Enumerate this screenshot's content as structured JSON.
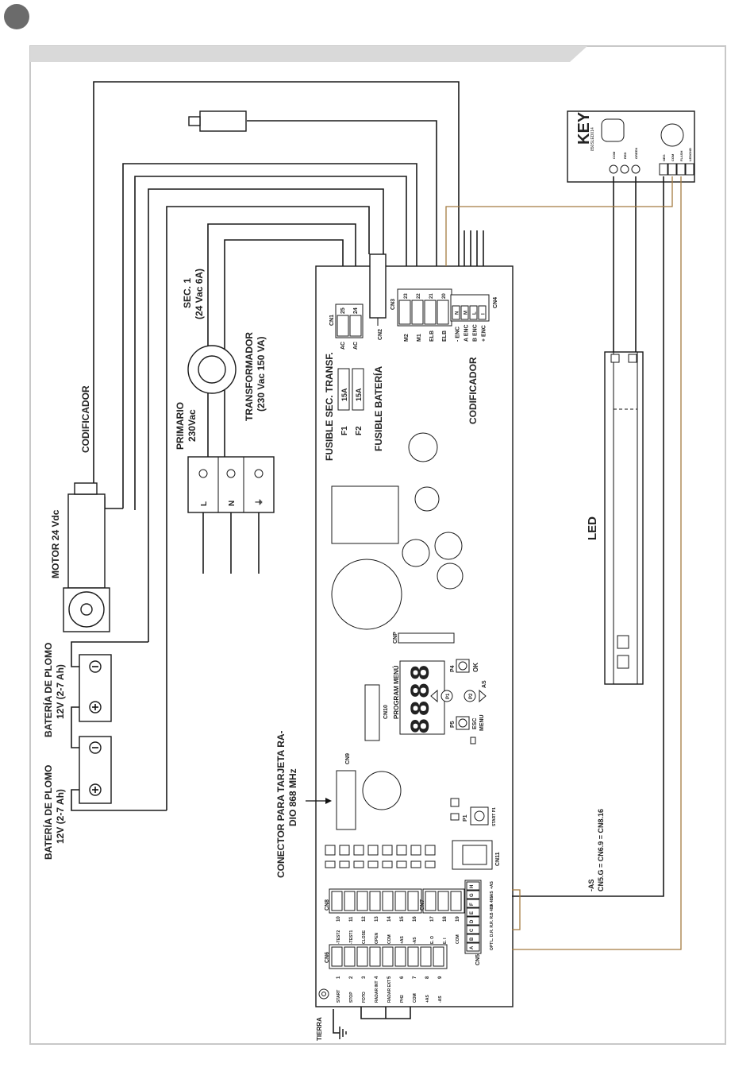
{
  "colors": {
    "header_bar": "#d9d9d9",
    "frame": "#c8c8c8",
    "brown_wire": "#a47b40",
    "page_dot": "#6b6b6b"
  },
  "labels": {
    "codificador_left": "CODIFICADOR",
    "motor": "MOTOR 24 Vdc",
    "bateria1_title": "BATERÍA DE PLOMO",
    "bateria1_spec": "12V (2-7 Ah)",
    "bateria2_title": "BATERÍA DE PLOMO",
    "bateria2_spec": "12V (2-7 Ah)",
    "sec1": "SEC. 1",
    "sec1_spec": "(24 Vac 6A)",
    "primario": "PRIMARIO",
    "primario_spec": "230Vac",
    "transformador": "TRANSFORMADOR",
    "transformador_spec": "(230 Vac 150 VA)",
    "conector_radio_1": "CONECTOR PARA TARJETA RA-",
    "conector_radio_2": "DIO 868 MHz",
    "tierra": "TIERRA",
    "fusible_sec": "FUSIBLE SEC. TRANSF.",
    "fusible_bat": "FUSIBLE BATERÍA",
    "f1": "F1",
    "f2": "F2",
    "fuse_val": "15A",
    "codificador_board": "CODIFICADOR",
    "led": "LED",
    "program_menu": "PROGRAM MENÚ",
    "cnp": "CNP",
    "cn10": "CN10",
    "cn9": "CN9",
    "cn11": "CN11",
    "p4": "P4",
    "ok": "OK",
    "p5": "P5",
    "esc": "ESC",
    "menu": "MENU",
    "p1": "P1",
    "start_p1": "START P1",
    "p1_btn": "P1",
    "p2_btn": "P2",
    "as_btn": "AS",
    "display_digits": "8888",
    "cn_note1": "-AS",
    "cn_note2": "CN5.G = CN6.9 = CN8.16",
    "key_brand": "KEY",
    "key_model": "850SLED014",
    "key_terms": [
      "COM",
      "RED",
      "GREEN"
    ],
    "key_terms2": [
      "NEG",
      "COM",
      "FLASH",
      "LEDGND"
    ],
    "psu_terms": [
      "L",
      "N",
      "⏚"
    ]
  },
  "cn1": {
    "label": "CN1",
    "pins": [
      "25",
      "24"
    ],
    "funcs": [
      "AC",
      "AC"
    ]
  },
  "cn2": {
    "label": "CN2"
  },
  "cn3": {
    "label": "CN3",
    "pins": [
      "23",
      "22",
      "21",
      "20"
    ],
    "funcs": [
      "M2",
      "M1",
      "ELB",
      "ELB"
    ]
  },
  "cn4": {
    "label": "CN4",
    "pins": [
      "N",
      "M",
      "L",
      "I"
    ],
    "funcs": [
      "- ENC",
      "A ENC",
      "B ENC",
      "+ ENC"
    ]
  },
  "cn8": {
    "label": "CN8",
    "pins": [
      "10",
      "11",
      "12",
      "13",
      "14",
      "15",
      "16"
    ],
    "funcs": [
      "-TEST2",
      "-TEST1",
      "CLOSE",
      "OPEN",
      "COM",
      "+AS",
      "-AS"
    ]
  },
  "cn7": {
    "label": "CN7",
    "pins": [
      "17",
      "18",
      "19"
    ],
    "funcs": [
      "E. O",
      "E. I",
      "COM"
    ]
  },
  "cn6": {
    "label": "CN6",
    "pins": [
      "1",
      "2",
      "3",
      "4",
      "5",
      "6",
      "7",
      "8",
      "9"
    ],
    "funcs": [
      "START",
      "STOP",
      "FOTO",
      "RADAR INT",
      "RADAR EXT",
      "PH2",
      "COM",
      "+AS",
      "-AS"
    ]
  },
  "cn5": {
    "label": "CN5",
    "pins": [
      "H",
      "G",
      "F",
      "E",
      "D",
      "C",
      "B",
      "A"
    ],
    "funcs": [
      "+AS",
      "-AS",
      "A 485",
      "B 485",
      "R. R.",
      "R. R.",
      "L. D.",
      "OPT"
    ]
  }
}
